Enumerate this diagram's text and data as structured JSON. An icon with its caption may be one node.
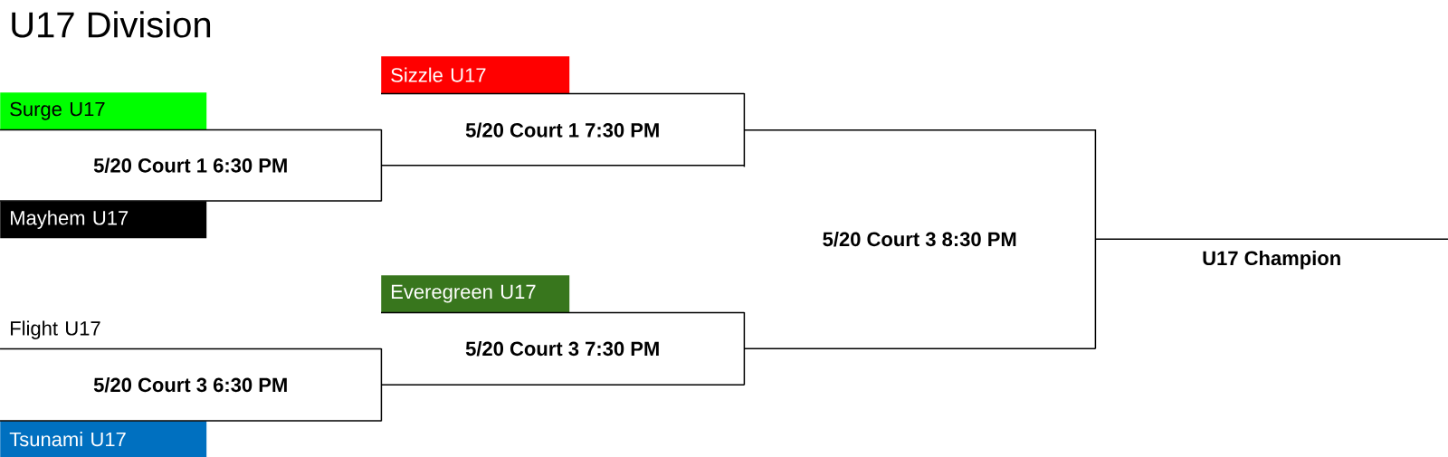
{
  "diagram": {
    "title": "U17 Division",
    "nodes": [
      {
        "text": [
          "Surge U17"
        ]
      },
      {
        "text": [
          "Mayhem U17"
        ]
      },
      {
        "text": [
          "5/20 Court 1 6:30 PM"
        ]
      },
      {
        "text": [
          "Flight U17"
        ]
      },
      {
        "text": [
          "Tsunami U17"
        ]
      },
      {
        "text": [
          "5/20 Court 3 6:30 PM"
        ]
      },
      {
        "text": [
          "Sizzle U17"
        ]
      },
      {
        "text": [
          "5/20 Court 1 7:30 PM"
        ]
      },
      {
        "text": [
          "Everegreen U17"
        ]
      },
      {
        "text": [
          "5/20 Court 3 7:30 PM"
        ]
      },
      {
        "text": [
          "5/20 Court 3 8:30 PM"
        ]
      },
      {
        "text": [
          "U17 Champion"
        ]
      }
    ],
    "edges": [
      {
        "from": 0,
        "to": 2,
        "arrow": "none"
      },
      {
        "from": 1,
        "to": 2,
        "arrow": "none"
      },
      {
        "from": 3,
        "to": 5,
        "arrow": "none"
      },
      {
        "from": 4,
        "to": 5,
        "arrow": "none"
      },
      {
        "from": 6,
        "to": 7,
        "arrow": "none"
      },
      {
        "from": 2,
        "to": 7,
        "arrow": "none"
      },
      {
        "from": 8,
        "to": 9,
        "arrow": "none"
      },
      {
        "from": 5,
        "to": 9,
        "arrow": "none"
      },
      {
        "from": 7,
        "to": 10,
        "arrow": "none"
      },
      {
        "from": 9,
        "to": 10,
        "arrow": "none"
      },
      {
        "from": 10,
        "to": 11,
        "arrow": "none"
      }
    ]
  }
}
